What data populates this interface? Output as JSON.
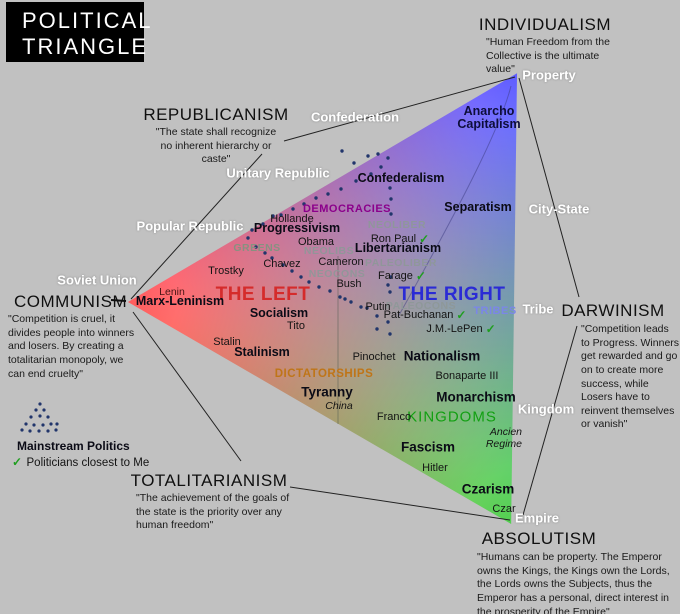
{
  "title": {
    "line1": "POLITICAL",
    "line2": "TRIANGLE"
  },
  "corners": {
    "individualism": {
      "label": "INDIVIDUALISM",
      "quote": "\"Human Freedom from the Collective is the ultimate value\""
    },
    "communism": {
      "label": "COMMUNISM",
      "quote": "\"Competition is cruel, it divides people into winners and losers. By creating a totalitarian monopoly, we can end cruelty\""
    },
    "absolutism": {
      "label": "ABSOLUTISM",
      "quote": "\"Humans can be property. The Emperor owns the Kings, the Kings own the Lords, the Lords owns the Subjects, thus the Emperor has a personal, direct interest in the prosperity of the Empire\""
    }
  },
  "sides": {
    "republicanism": {
      "label": "REPUBLICANISM",
      "quote": "\"The state shall recognize no inherent hierarchy or caste\""
    },
    "darwinism": {
      "label": "DARWINISM",
      "quote": "\"Competition leads to Progress. Winners get rewarded and go on to create more success, while Losers have to reinvent themselves or vanish\""
    },
    "totalitarianism": {
      "label": "TOTALITARIANISM",
      "quote": "\"The achievement of the goals of the state is the priority over any human freedom\""
    }
  },
  "scale": {
    "property": "Property",
    "city_state": "City-State",
    "tribe": "Tribe",
    "kingdom": "Kingdom",
    "empire": "Empire",
    "soviet_union": "Soviet Union",
    "confederation": "Confederation",
    "unitary_republic": "Unitary Republic",
    "popular_republic": "Popular Republic"
  },
  "regions": {
    "the_left": "THE LEFT",
    "the_right": "THE RIGHT",
    "democracies": "DEMOCRACIES",
    "dictatorships": "DICTATORSHIPS",
    "kingdoms": "KINGDOMS",
    "tribes": "TRIBES",
    "greens": "GREENS",
    "neolibs": "NEOLIBS",
    "neocons": "NEOCONS",
    "neoliber": "NEOLIBER",
    "paleoliber": "PALEOLIBER",
    "paleocons": "PALEOCONS"
  },
  "ideologies": {
    "anarcho_capitalism": "Anarcho Capitalism",
    "confederalism": "Confederalism",
    "separatism": "Separatism",
    "libertarianism": "Libertarianism",
    "progressivism": "Progressivism",
    "socialism": "Socialism",
    "stalinism": "Stalinism",
    "marx_leninism": "Marx-Leninism",
    "nationalism": "Nationalism",
    "monarchism": "Monarchism",
    "fascism": "Fascism",
    "czarism": "Czarism",
    "tyranny": "Tyranny",
    "ancien_regime": "Ancien Regime"
  },
  "people": {
    "lenin": "Lenin",
    "trostky": "Trostky",
    "hollande": "Hollande",
    "obama": "Obama",
    "chavez": "Chavez",
    "cameron": "Cameron",
    "bush": "Bush",
    "tito": "Tito",
    "stalin": "Stalin",
    "putin": "Putin",
    "pinochet": "Pinochet",
    "bonaparte": "Bonaparte III",
    "franco": "Franco",
    "hitler": "Hitler",
    "czar": "Czar",
    "china": "China"
  },
  "checked_people": {
    "ron_paul": "Ron Paul",
    "farage": "Farage",
    "pat_buchanan": "Pat-Buchanan",
    "lepen": "J.M.-LePen"
  },
  "legend": {
    "mainstream": "Mainstream Politics",
    "closest": "Politicians closest to Me",
    "check": "✓"
  },
  "colors": {
    "background": "#c1c1c1",
    "left_red": "#d52b2b",
    "right_blue": "#2b2bd5",
    "democracies_purple": "#8b008b",
    "dictatorships_orange": "#bf7518",
    "kingdoms_green": "#12a012",
    "tribes_blue": "#7b86e8",
    "check_green": "#1f9e1f",
    "dot": "#21356b",
    "triangle_red": "#ff4444",
    "triangle_blue": "#4747ff",
    "triangle_green": "#33cc33"
  },
  "dots": [
    [
      342,
      151
    ],
    [
      354,
      163
    ],
    [
      368,
      156
    ],
    [
      378,
      154
    ],
    [
      388,
      158
    ],
    [
      381,
      167
    ],
    [
      371,
      174
    ],
    [
      356,
      181
    ],
    [
      341,
      189
    ],
    [
      328,
      194
    ],
    [
      316,
      198
    ],
    [
      304,
      204
    ],
    [
      293,
      209
    ],
    [
      281,
      215
    ],
    [
      273,
      216
    ],
    [
      263,
      224
    ],
    [
      252,
      230
    ],
    [
      248,
      238
    ],
    [
      256,
      247
    ],
    [
      265,
      253
    ],
    [
      272,
      258
    ],
    [
      283,
      265
    ],
    [
      292,
      271
    ],
    [
      301,
      277
    ],
    [
      309,
      282
    ],
    [
      319,
      287
    ],
    [
      330,
      291
    ],
    [
      340,
      297
    ],
    [
      345,
      299
    ],
    [
      351,
      302
    ],
    [
      361,
      307
    ],
    [
      367,
      308
    ],
    [
      377,
      316
    ],
    [
      388,
      322
    ],
    [
      377,
      329
    ],
    [
      390,
      334
    ],
    [
      390,
      292
    ],
    [
      388,
      285
    ],
    [
      391,
      277
    ],
    [
      390,
      188
    ],
    [
      391,
      199
    ],
    [
      391,
      214
    ]
  ],
  "legend_dots": [
    [
      40,
      404
    ],
    [
      36,
      410
    ],
    [
      44,
      410
    ],
    [
      31,
      417
    ],
    [
      48,
      417
    ],
    [
      40,
      416
    ],
    [
      26,
      424
    ],
    [
      34,
      425
    ],
    [
      43,
      425
    ],
    [
      51,
      424
    ],
    [
      57,
      424
    ],
    [
      22,
      430
    ],
    [
      30,
      431
    ],
    [
      39,
      431
    ],
    [
      48,
      431
    ],
    [
      56,
      430
    ]
  ]
}
